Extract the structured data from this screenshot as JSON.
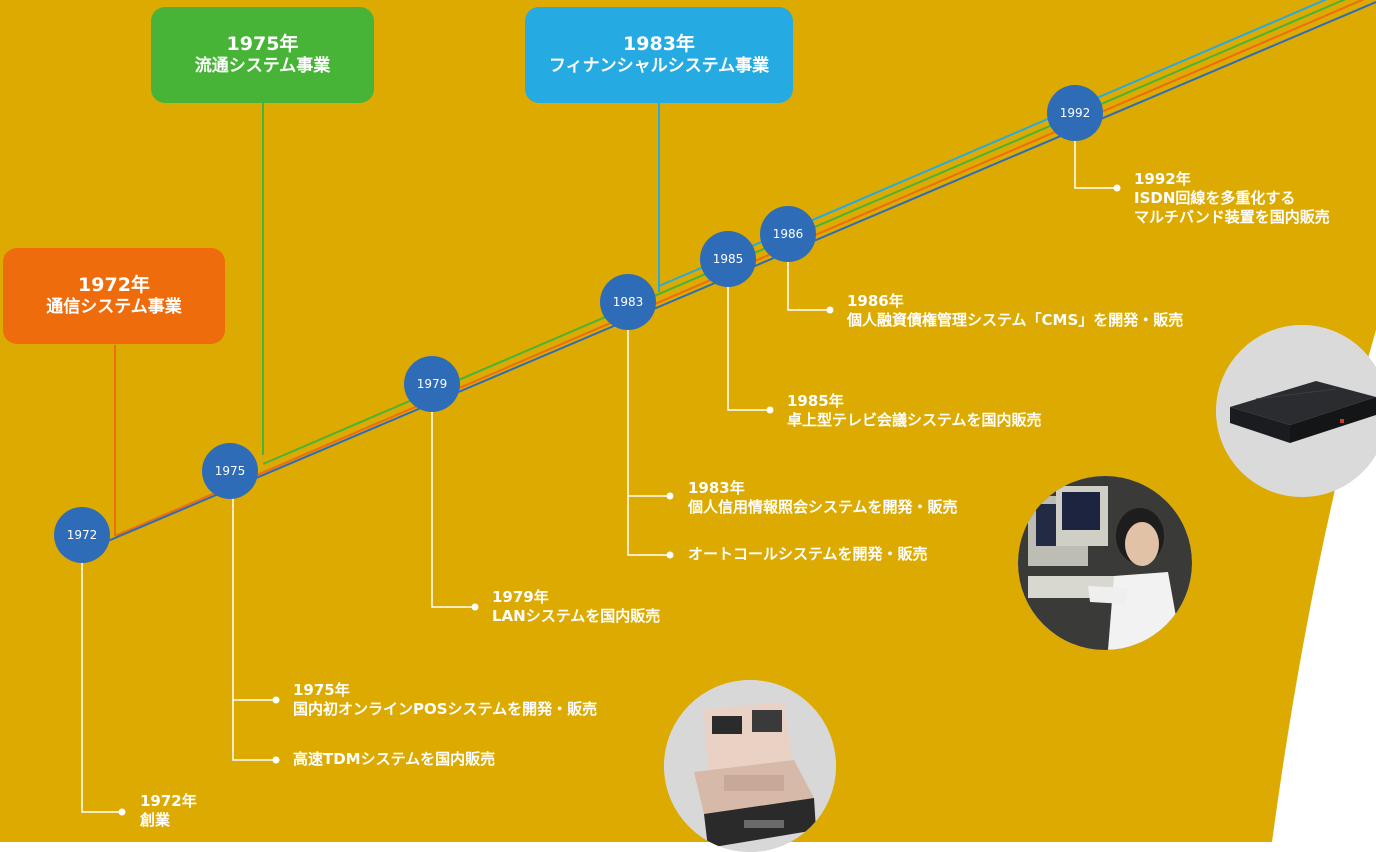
{
  "colors": {
    "background": "#dcaa00",
    "communication": "#ee6c0c",
    "distribution": "#48b437",
    "financial": "#25aae1",
    "node": "#2e6cb8"
  },
  "divisions": [
    {
      "year": "1972年",
      "name": "通信システム事業"
    },
    {
      "year": "1975年",
      "name": "流通システム事業"
    },
    {
      "year": "1983年",
      "name": "フィナンシャルシステム事業"
    }
  ],
  "nodes": [
    "1972",
    "1975",
    "1979",
    "1983",
    "1985",
    "1986",
    "1992"
  ],
  "events": {
    "e1972": {
      "year": "1972年",
      "text": "創業"
    },
    "e1975": {
      "year": "1975年",
      "text": "国内初オンラインPOSシステムを開発・販売",
      "text2": "高速TDMシステムを国内販売"
    },
    "e1979": {
      "year": "1979年",
      "text": "LANシステムを国内販売"
    },
    "e1983": {
      "year": "1983年",
      "text": "個人信用情報照会システムを開発・販売",
      "text2": "オートコールシステムを開発・販売"
    },
    "e1985": {
      "year": "1985年",
      "text": "卓上型テレビ会議システムを国内販売"
    },
    "e1986": {
      "year": "1986年",
      "text": "個人融資債権管理システム「CMS」を開発・販売"
    },
    "e1992": {
      "year": "1992年",
      "line1": "ISDN回線を多重化する",
      "line2": "マルチバンド装置を国内販売"
    }
  },
  "photos": {
    "register": "pos-register-photo",
    "operator": "operator-terminal-photo",
    "device": "multiband-device-photo"
  }
}
